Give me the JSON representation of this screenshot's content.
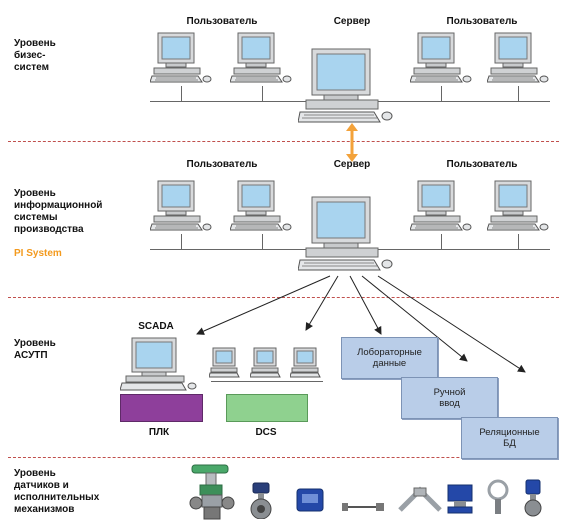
{
  "levels": {
    "business": "Уровень\nбизес-\nсистем",
    "info_line1": "Уровень\nинформационной\nсистемы\nпроизводства",
    "info_accent": "PI System",
    "asutp": "Уровень\nАСУТП",
    "sensors": "Уровень\nдатчиков и\nисполнительных\nмеханизмов"
  },
  "labels": {
    "user": "Пользователь",
    "server": "Сервер",
    "scada": "SCADA",
    "plc": "ПЛК",
    "dcs": "DCS"
  },
  "data_boxes": {
    "lab": "Лобораторные\nданные",
    "manual": "Ручной\nввод",
    "relational": "Реляционные\nБД"
  },
  "colors": {
    "separator": "#c0504d",
    "screen": "#a9d4ef",
    "plc": "#8e3f9b",
    "dcs": "#8fd18f",
    "data_box": "#b9cde8",
    "accent": "#f39a1e",
    "sync_arrow": "#f3a23a"
  },
  "icons": {
    "computer": "desktop-computer-icon",
    "server": "server-computer-icon",
    "sync": "double-arrow-icon"
  }
}
